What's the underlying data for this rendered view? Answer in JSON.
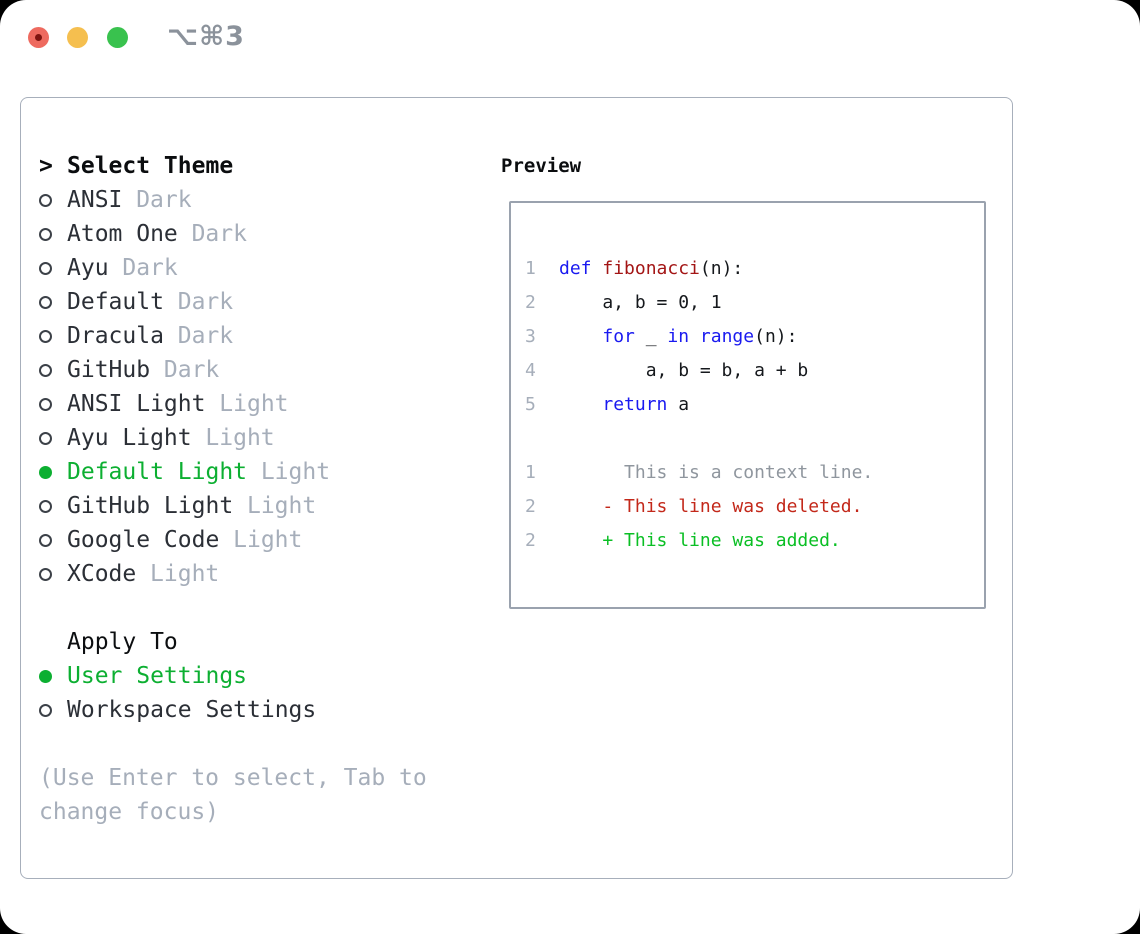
{
  "window": {
    "shortcut": "⌥⌘3"
  },
  "colors": {
    "accent_green": "#0caf31",
    "keyword_blue": "#1a1af0",
    "function_red": "#a31515",
    "deleted_red": "#c3281a",
    "added_green": "#0abf24",
    "muted_gray": "#a6aeba",
    "context_gray": "#8f969e",
    "text_dark": "#2b2f36",
    "border_gray": "#a7afbb",
    "traffic_red": "#ee6a5f",
    "traffic_yellow": "#f5bf4f",
    "traffic_green": "#39c24e"
  },
  "theme_panel": {
    "prompt": ">",
    "title": "Select Theme",
    "themes": [
      {
        "label": "ANSI",
        "variant": "Dark",
        "selected": false
      },
      {
        "label": "Atom One",
        "variant": "Dark",
        "selected": false
      },
      {
        "label": "Ayu",
        "variant": "Dark",
        "selected": false
      },
      {
        "label": "Default",
        "variant": "Dark",
        "selected": false
      },
      {
        "label": "Dracula",
        "variant": "Dark",
        "selected": false
      },
      {
        "label": "GitHub",
        "variant": "Dark",
        "selected": false
      },
      {
        "label": "ANSI Light",
        "variant": "Light",
        "selected": false
      },
      {
        "label": "Ayu Light",
        "variant": "Light",
        "selected": false
      },
      {
        "label": "Default Light",
        "variant": "Light",
        "selected": true
      },
      {
        "label": "GitHub Light",
        "variant": "Light",
        "selected": false
      },
      {
        "label": "Google Code",
        "variant": "Light",
        "selected": false
      },
      {
        "label": "XCode",
        "variant": "Light",
        "selected": false
      }
    ],
    "apply_to": {
      "title": "Apply To",
      "options": [
        {
          "label": "User Settings",
          "selected": true
        },
        {
          "label": "Workspace Settings",
          "selected": false
        }
      ]
    },
    "hint_lines": [
      "(Use Enter to select, Tab to",
      "change focus)"
    ]
  },
  "preview": {
    "title": "Preview",
    "code_lines": [
      {
        "num": "1",
        "segments": [
          {
            "t": "def",
            "c": "kw"
          },
          {
            "t": " ",
            "c": "tx"
          },
          {
            "t": "fibonacci",
            "c": "fn"
          },
          {
            "t": "(n):",
            "c": "tx"
          }
        ]
      },
      {
        "num": "2",
        "segments": [
          {
            "t": "    a, b = 0, 1",
            "c": "tx"
          }
        ]
      },
      {
        "num": "3",
        "segments": [
          {
            "t": "    ",
            "c": "tx"
          },
          {
            "t": "for",
            "c": "kw"
          },
          {
            "t": " _ ",
            "c": "tx"
          },
          {
            "t": "in",
            "c": "kw"
          },
          {
            "t": " ",
            "c": "tx"
          },
          {
            "t": "range",
            "c": "kw"
          },
          {
            "t": "(n):",
            "c": "tx"
          }
        ]
      },
      {
        "num": "4",
        "segments": [
          {
            "t": "        a, b = b, a + b",
            "c": "tx"
          }
        ]
      },
      {
        "num": "5",
        "segments": [
          {
            "t": "    ",
            "c": "tx"
          },
          {
            "t": "return",
            "c": "kw"
          },
          {
            "t": " a",
            "c": "tx"
          }
        ]
      }
    ],
    "diff_lines": [
      {
        "num": "1",
        "cls": "ctx",
        "text": "      This is a context line."
      },
      {
        "num": "2",
        "cls": "del",
        "text": "    - This line was deleted."
      },
      {
        "num": "2",
        "cls": "add",
        "text": "    + This line was added."
      }
    ]
  }
}
